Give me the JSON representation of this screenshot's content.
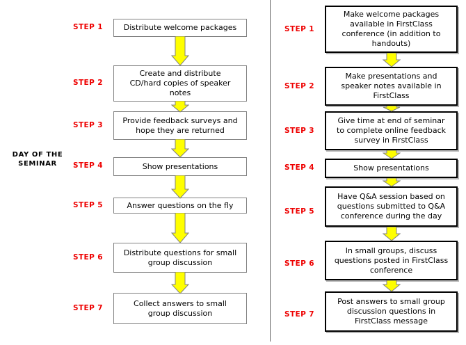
{
  "diagram": {
    "title_caption": "DAY OF\nTHE\nSEMINAR",
    "accent_step_color": "#ee0000",
    "arrow_fill_color": "#ffff00",
    "arrow_stroke_color": "#808080",
    "left_box_border_color": "#808080",
    "right_box_border_color": "#000000",
    "divider_color": "#666666"
  },
  "left_column": {
    "name": "traditional-seminar-process",
    "steps": [
      {
        "label": "STEP 1",
        "text": "Distribute welcome packages"
      },
      {
        "label": "STEP 2",
        "text": "Create and distribute\nCD/hard copies of speaker\nnotes"
      },
      {
        "label": "STEP 3",
        "text": "Provide feedback surveys and\nhope they are returned"
      },
      {
        "label": "STEP 4",
        "text": "Show presentations"
      },
      {
        "label": "STEP 5",
        "text": "Answer questions on the fly"
      },
      {
        "label": "STEP 6",
        "text": "Distribute questions for small\ngroup discussion"
      },
      {
        "label": "STEP 7",
        "text": "Collect answers to small\ngroup discussion"
      }
    ]
  },
  "right_column": {
    "name": "firstclass-seminar-process",
    "steps": [
      {
        "label": "STEP 1",
        "text": "Make welcome packages\navailable in FirstClass\nconference (in addition to\nhandouts)"
      },
      {
        "label": "STEP 2",
        "text": "Make presentations and\nspeaker notes available in\nFirstClass"
      },
      {
        "label": "STEP 3",
        "text": "Give time at end of seminar\nto complete online feedback\nsurvey in FirstClass"
      },
      {
        "label": "STEP 4",
        "text": "Show presentations"
      },
      {
        "label": "STEP 5",
        "text": "Have Q&A session based on\nquestions submitted to Q&A\nconference during the day"
      },
      {
        "label": "STEP 6",
        "text": "In small groups, discuss\nquestions posted in FirstClass\nconference"
      },
      {
        "label": "STEP 7",
        "text": "Post answers to small group\ndiscussion questions in\nFirstClass message"
      }
    ]
  }
}
